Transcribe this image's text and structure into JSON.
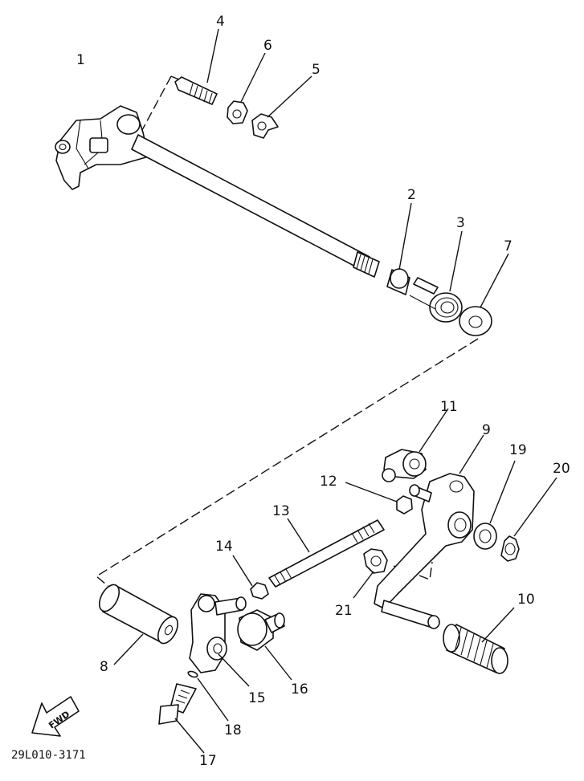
{
  "diagram": {
    "callouts": [
      "1",
      "2",
      "3",
      "4",
      "5",
      "6",
      "7",
      "8",
      "9",
      "10",
      "11",
      "12",
      "13",
      "14",
      "15",
      "16",
      "17",
      "18",
      "19",
      "20",
      "21"
    ],
    "direction_label": "FWD",
    "code": "29L010-3171",
    "colors": {
      "ink": "#111111",
      "paper": "#ffffff"
    }
  }
}
